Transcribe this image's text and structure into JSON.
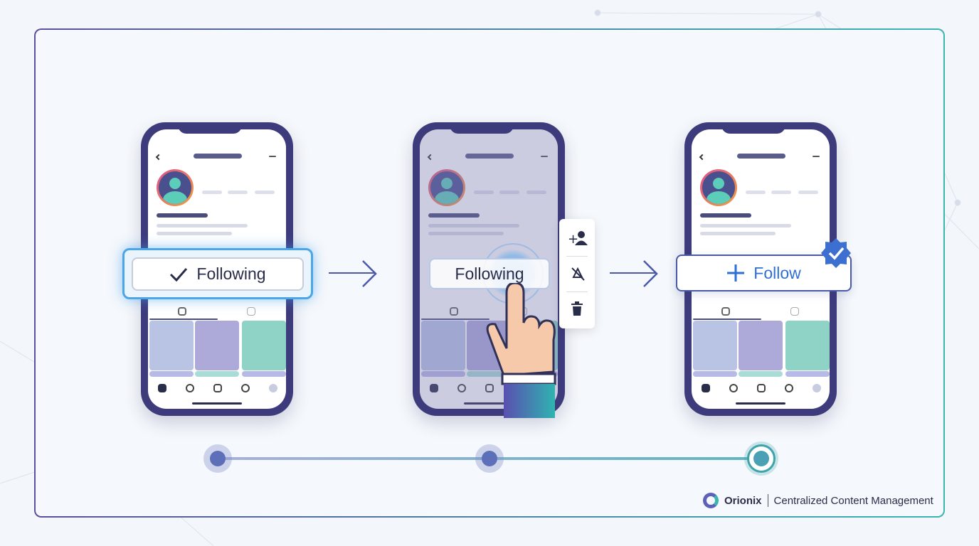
{
  "steps": [
    {
      "button_label": "Following",
      "button_icon": "check-icon",
      "state": "following"
    },
    {
      "button_label": "Following",
      "state": "pressing"
    },
    {
      "button_label": "Follow",
      "button_icon": "plus-icon",
      "state": "follow",
      "badge_icon": "verified-badge-icon"
    }
  ],
  "context_menu": {
    "items": [
      {
        "icon": "add-user-icon"
      },
      {
        "icon": "mute-notifications-icon"
      },
      {
        "icon": "trash-icon"
      }
    ]
  },
  "timeline": {
    "steps": 3,
    "active_step": 3
  },
  "branding": {
    "name": "Orionix",
    "tagline": "Centralized Content Management"
  },
  "colors": {
    "phone": "#3d3b7c",
    "accent": "#2f6fd6",
    "teal": "#3bb5b0",
    "purple": "#5b4f9e"
  }
}
